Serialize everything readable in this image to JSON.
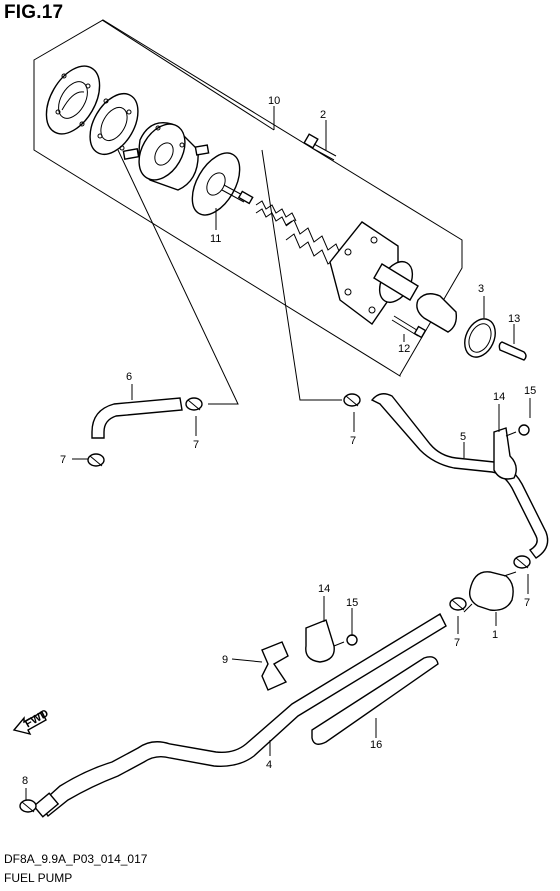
{
  "title": "FIG.17",
  "footer": {
    "code": "DF8A_9.9A_P03_014_017",
    "name": "FUEL PUMP"
  },
  "fwd_label": "FWD",
  "callouts": {
    "c10": "10",
    "c2": "2",
    "c11": "11",
    "c3": "3",
    "c13": "13",
    "c12": "12",
    "c6": "6",
    "c7a": "7",
    "c7b": "7",
    "c7c": "7",
    "c7d": "7",
    "c7e": "7",
    "c15a": "15",
    "c14a": "14",
    "c5": "5",
    "c1": "1",
    "c14b": "14",
    "c15b": "15",
    "c9": "9",
    "c4": "4",
    "c16": "16",
    "c8": "8"
  }
}
